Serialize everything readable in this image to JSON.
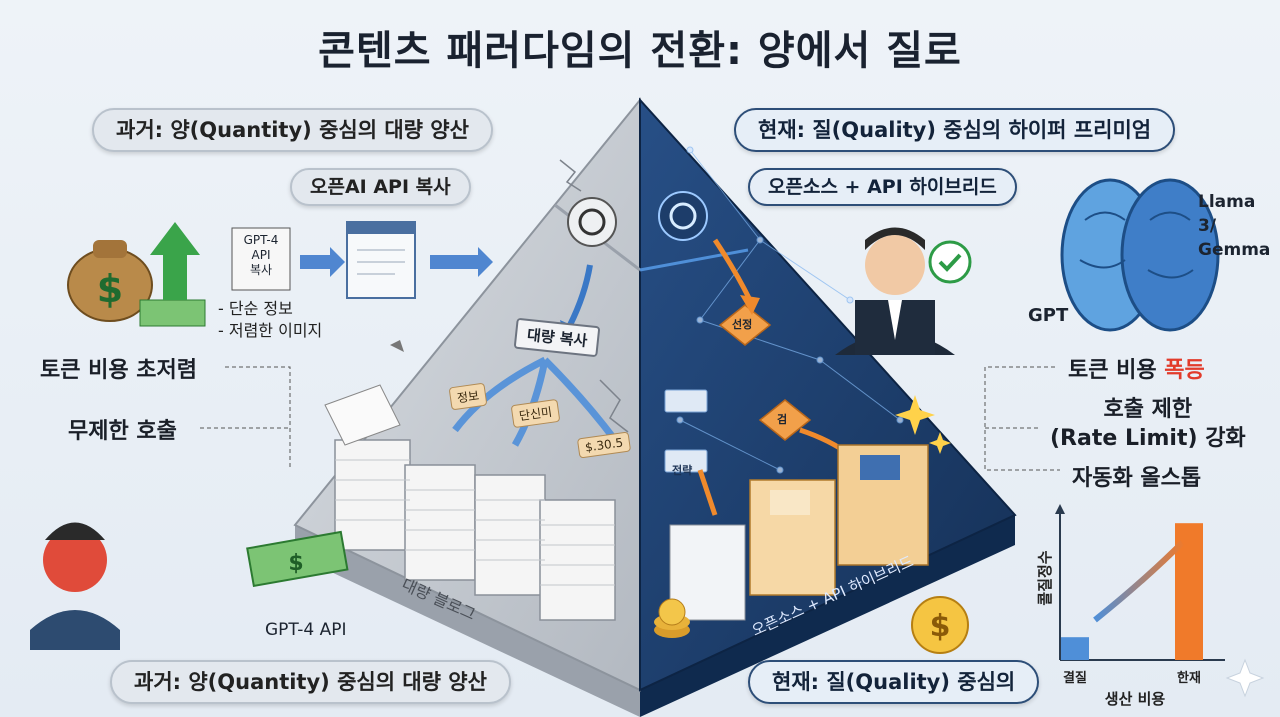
{
  "title": "콘텐츠 패러다임의 전환: 양에서 질로",
  "past": {
    "header": "과거: 양(Quantity) 중심의 대량 양산",
    "footer": "과거: 양(Quantity) 중심의 대량 양산",
    "api_copy": "오픈AI API 복사",
    "gpt_box": [
      "GPT-4",
      "API",
      "복사"
    ],
    "bullets": [
      "- 단순 정보",
      "- 저렴한 이미지"
    ],
    "token_cost": "토큰 비용 초저렴",
    "unlimited": "무제한 호출",
    "mass_copy": "대량 복사",
    "tags": [
      "정보",
      "단신미",
      "$.30.5"
    ],
    "blog_base": "대량 블로그",
    "gpt4_api": "GPT-4 API"
  },
  "present": {
    "header": "현재: 질(Quality) 중심의 하이퍼 프리미엄",
    "footer": "현재: 질(Quality) 중심의",
    "hybrid": "오픈소스 + API 하이브리드",
    "hybrid_base": "오픈소스 + API 하이브리드",
    "brain_right": [
      "Llama",
      "3/",
      "Gemma"
    ],
    "brain_left": "GPT",
    "token_cost_prefix": "토큰 비용 ",
    "token_cost_hot": "폭등",
    "rate_limit": [
      "호출 제한",
      "(Rate Limit) 강화"
    ],
    "auto_stop": "자동화 올스톱",
    "flow_tags": [
      "선정",
      "검",
      "전략"
    ]
  },
  "chart_data": {
    "type": "bar",
    "categories": [
      "결질",
      "한재"
    ],
    "values": [
      12,
      72
    ],
    "xlabel": "생산 비용",
    "ylabel": "콜질정수",
    "colors": [
      "#4f8fd8",
      "#f07a2a"
    ]
  },
  "colors": {
    "navy": "#1f3f6b",
    "orange": "#f08a2c",
    "paper": "#f7f7f7"
  }
}
